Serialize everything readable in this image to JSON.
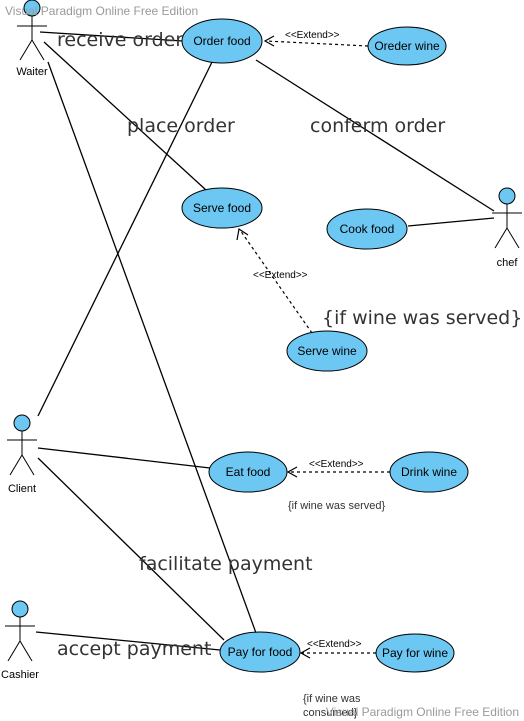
{
  "watermark_top": "Visual Paradigm Online Free Edition",
  "watermark_bottom": "Visual Paradigm Online Free Edition",
  "actors": {
    "waiter": "Waiter",
    "chef": "chef",
    "client": "Client",
    "cashier": "Cashier"
  },
  "use_cases": {
    "order_food": "Order food",
    "oreder_wine": "Oreder wine",
    "serve_food": "Serve food",
    "cook_food": "Cook food",
    "serve_wine": "Serve wine",
    "eat_food": "Eat food",
    "drink_wine": "Drink wine",
    "pay_for_food": "Pay for food",
    "pay_for_wine": "Pay for wine"
  },
  "extend_label": "<<Extend>>",
  "labels": {
    "receive_order": "receive order",
    "place_order": "place order",
    "conferm_order": "conferm order",
    "if_wine_served_big": "{if wine was served}",
    "facilitate_payment": "facilitate payment",
    "accept_payment": "accept payment"
  },
  "notes": {
    "if_wine_served_small": "{if wine was served}",
    "if_wine_consumed_line1": "{if wine was",
    "if_wine_consumed_line2": "consumed}"
  },
  "colors": {
    "use_case_fill": "#6cc7f2",
    "line": "#000000"
  }
}
